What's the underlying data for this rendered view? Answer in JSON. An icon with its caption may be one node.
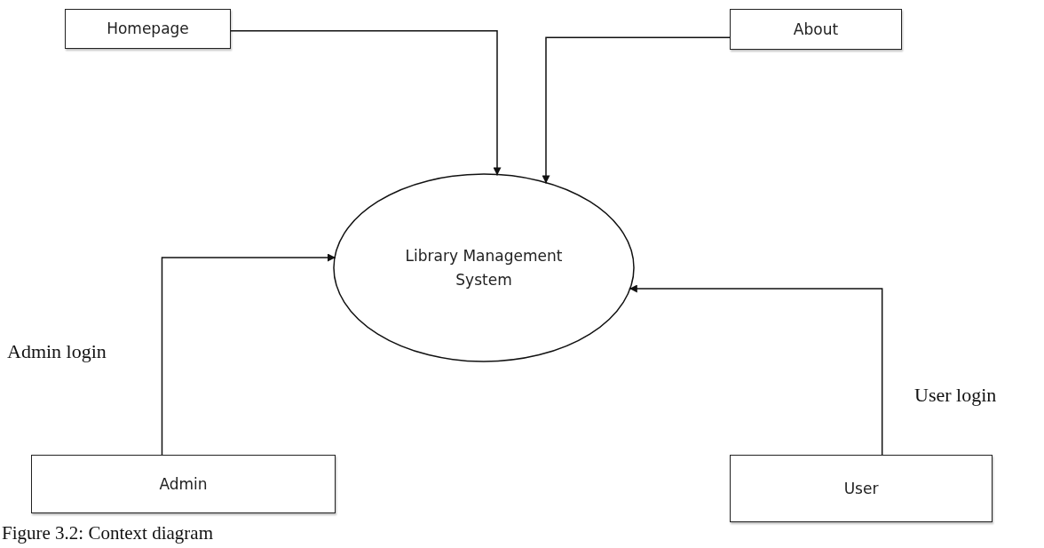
{
  "diagram": {
    "caption": "Figure 3.2: Context diagram",
    "nodes": [
      {
        "text": [
          "Homepage"
        ]
      },
      {
        "text": [
          "About"
        ]
      },
      {
        "text": [
          "Library Management System"
        ]
      },
      {
        "text": [
          "Admin"
        ]
      },
      {
        "text": [
          "User"
        ]
      }
    ],
    "edges": [
      {
        "from": 0,
        "to": 2,
        "arrow": "to"
      },
      {
        "from": 1,
        "to": 2,
        "arrow": "to"
      },
      {
        "from": 3,
        "to": 2,
        "arrow": "to",
        "label": "Admin login"
      },
      {
        "from": 4,
        "to": 2,
        "arrow": "to",
        "label": "User login"
      }
    ]
  }
}
